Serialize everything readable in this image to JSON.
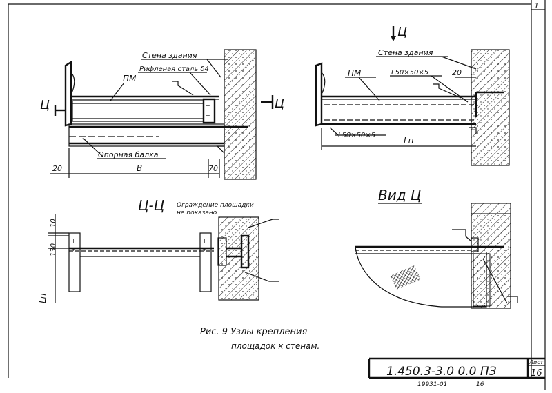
{
  "sheet": {
    "sheet_label": "Лист",
    "sheet_number": "16",
    "corner_mark": "1",
    "doc_code": "1.450.3-3.0 0.0 ПЗ",
    "archive_no": "19931-01",
    "archive_page": "16"
  },
  "top_left": {
    "wall_label": "Стена здания",
    "steel_label": "Рифленая сталь δ4",
    "pm_label": "ПМ",
    "beam_label": "Опорная балка",
    "section_mark_left": "Ц",
    "section_mark_right": "Ц",
    "dim_20": "20",
    "dim_b": "В",
    "dim_70": "70"
  },
  "top_right": {
    "section_mark": "Ц",
    "wall_label": "Стена здания",
    "pm_label": "ПМ",
    "angle_top": "L50×50×5",
    "angle_bottom": "L50×50×5",
    "dim_20": "20",
    "dim_ln": "Lп"
  },
  "section": {
    "title": "Ц-Ц",
    "note_line1": "Ограждение площадки",
    "note_line2": "не показано",
    "dim_10": "10",
    "dim_130": "130",
    "dim_ln": "Lп"
  },
  "view": {
    "title": "Вид Ц"
  },
  "caption": {
    "line1": "Рис. 9  Узлы крепления",
    "line2": "площадок к стенам."
  }
}
